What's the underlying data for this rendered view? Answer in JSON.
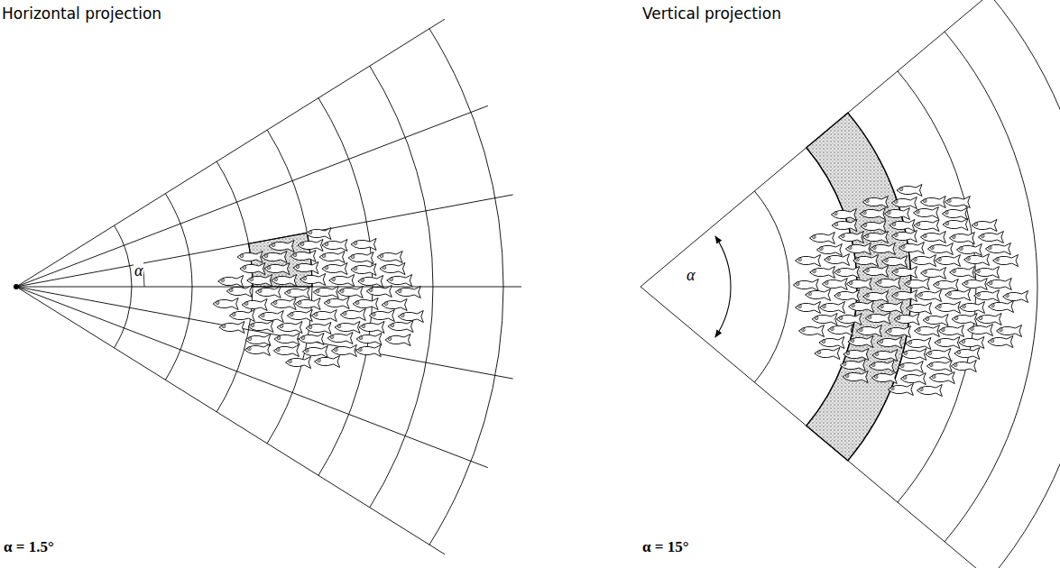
{
  "diagram": {
    "labels": [
      "Horizontal projection",
      "α",
      "α = 1.5°",
      "Vertical projection",
      "α",
      "α = 15°"
    ]
  }
}
